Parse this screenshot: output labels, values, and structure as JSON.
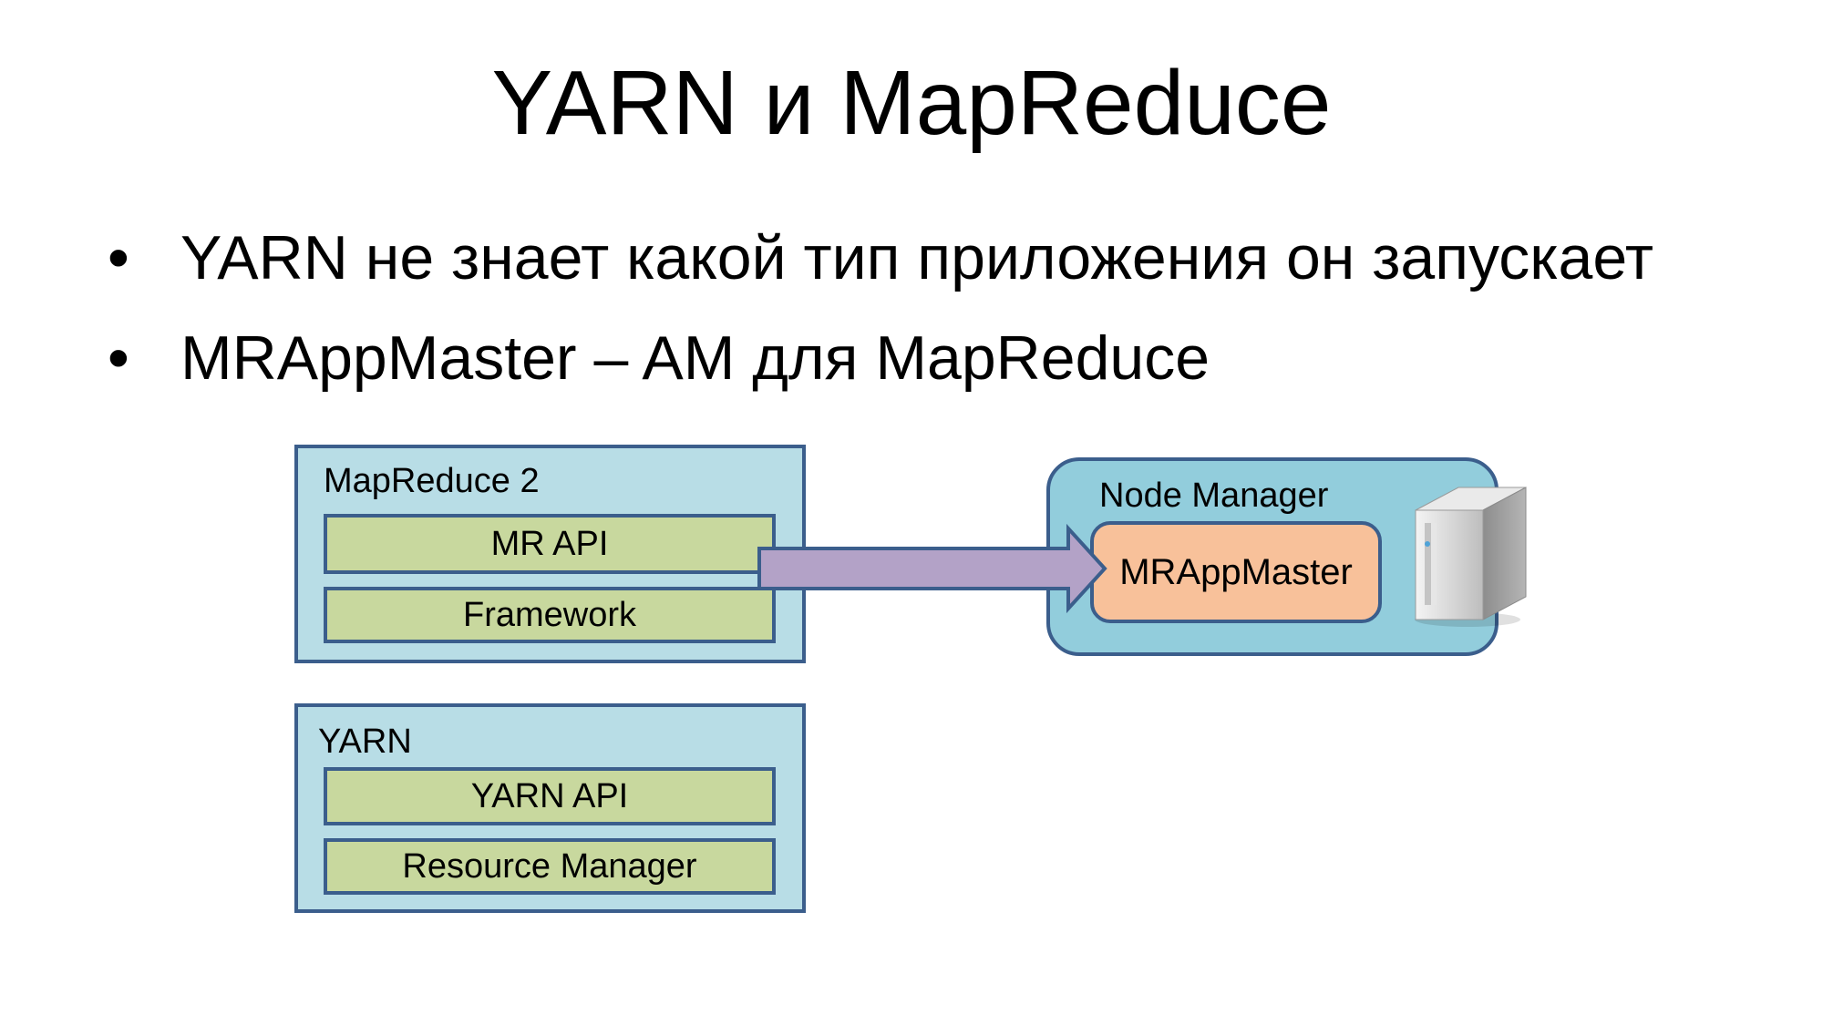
{
  "title": "YARN и MapReduce",
  "bullets": [
    "YARN не знает какой тип приложения он запускает",
    "MRAppMaster – AM для MapReduce"
  ],
  "bullet_glyph": "•",
  "diagram": {
    "mapreduce_group": {
      "label": "MapReduce 2",
      "layers": [
        "MR API",
        "Framework"
      ]
    },
    "yarn_group": {
      "label": "YARN",
      "layers": [
        "YARN API",
        "Resource Manager"
      ]
    },
    "node_manager": {
      "label": "Node Manager",
      "app_master": "MRAppMaster",
      "icon": "server-icon"
    },
    "colors": {
      "group_fill": "#b8dde6",
      "layer_fill": "#c8d89e",
      "border": "#3b5e8c",
      "node_fill": "#92cddc",
      "app_master_fill": "#f8c19a",
      "arrow_fill": "#b3a2c7"
    }
  }
}
